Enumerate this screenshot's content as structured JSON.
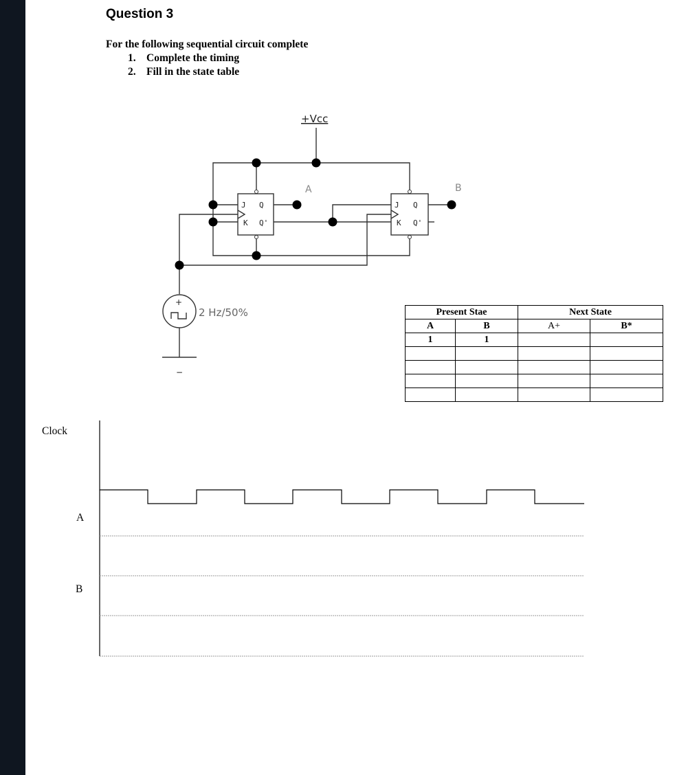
{
  "question": {
    "title": "Question 3"
  },
  "intro": "For the following sequential circuit complete",
  "steps": [
    {
      "num": "1.",
      "text": "Complete the timing"
    },
    {
      "num": "2.",
      "text": "Fill in the state table"
    }
  ],
  "circuit": {
    "vcc_label": "+Vcc",
    "ff_a_label": "A",
    "ff_b_label": "B",
    "pin_j": "J",
    "pin_q": "Q",
    "pin_k": "K",
    "pin_qbar": "Q'",
    "source_label": "2 Hz/50%",
    "plus": "+",
    "minus": "−"
  },
  "state_table": {
    "present_header": "Present Stae",
    "next_header": "Next State",
    "columns": [
      "A",
      "B",
      "A+",
      "B*"
    ],
    "rows": [
      [
        "1",
        "1",
        "",
        ""
      ],
      [
        "",
        "",
        "",
        ""
      ],
      [
        "",
        "",
        "",
        ""
      ],
      [
        "",
        "",
        "",
        ""
      ],
      [
        "",
        "",
        "",
        ""
      ]
    ]
  },
  "timing": {
    "labels": {
      "clock": "Clock",
      "a": "A",
      "b": "B"
    }
  }
}
